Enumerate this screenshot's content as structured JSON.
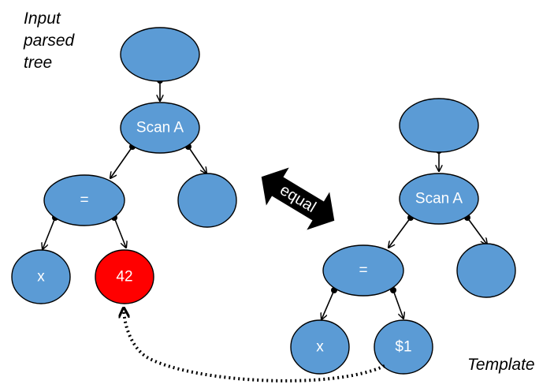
{
  "labels": {
    "input_line1": "Input",
    "input_line2": "parsed",
    "input_line3": "tree",
    "template": "Template",
    "equal": "equal"
  },
  "input_tree": {
    "root": "",
    "scan": "Scan A",
    "eq": "=",
    "right_child": "",
    "x": "x",
    "value": "42"
  },
  "template_tree": {
    "root": "",
    "scan": "Scan A",
    "eq": "=",
    "right_child": "",
    "x": "x",
    "param": "$1"
  },
  "colors": {
    "node_fill": "#5b9bd5",
    "highlight_fill": "#ff0000",
    "arrow": "#000000"
  }
}
